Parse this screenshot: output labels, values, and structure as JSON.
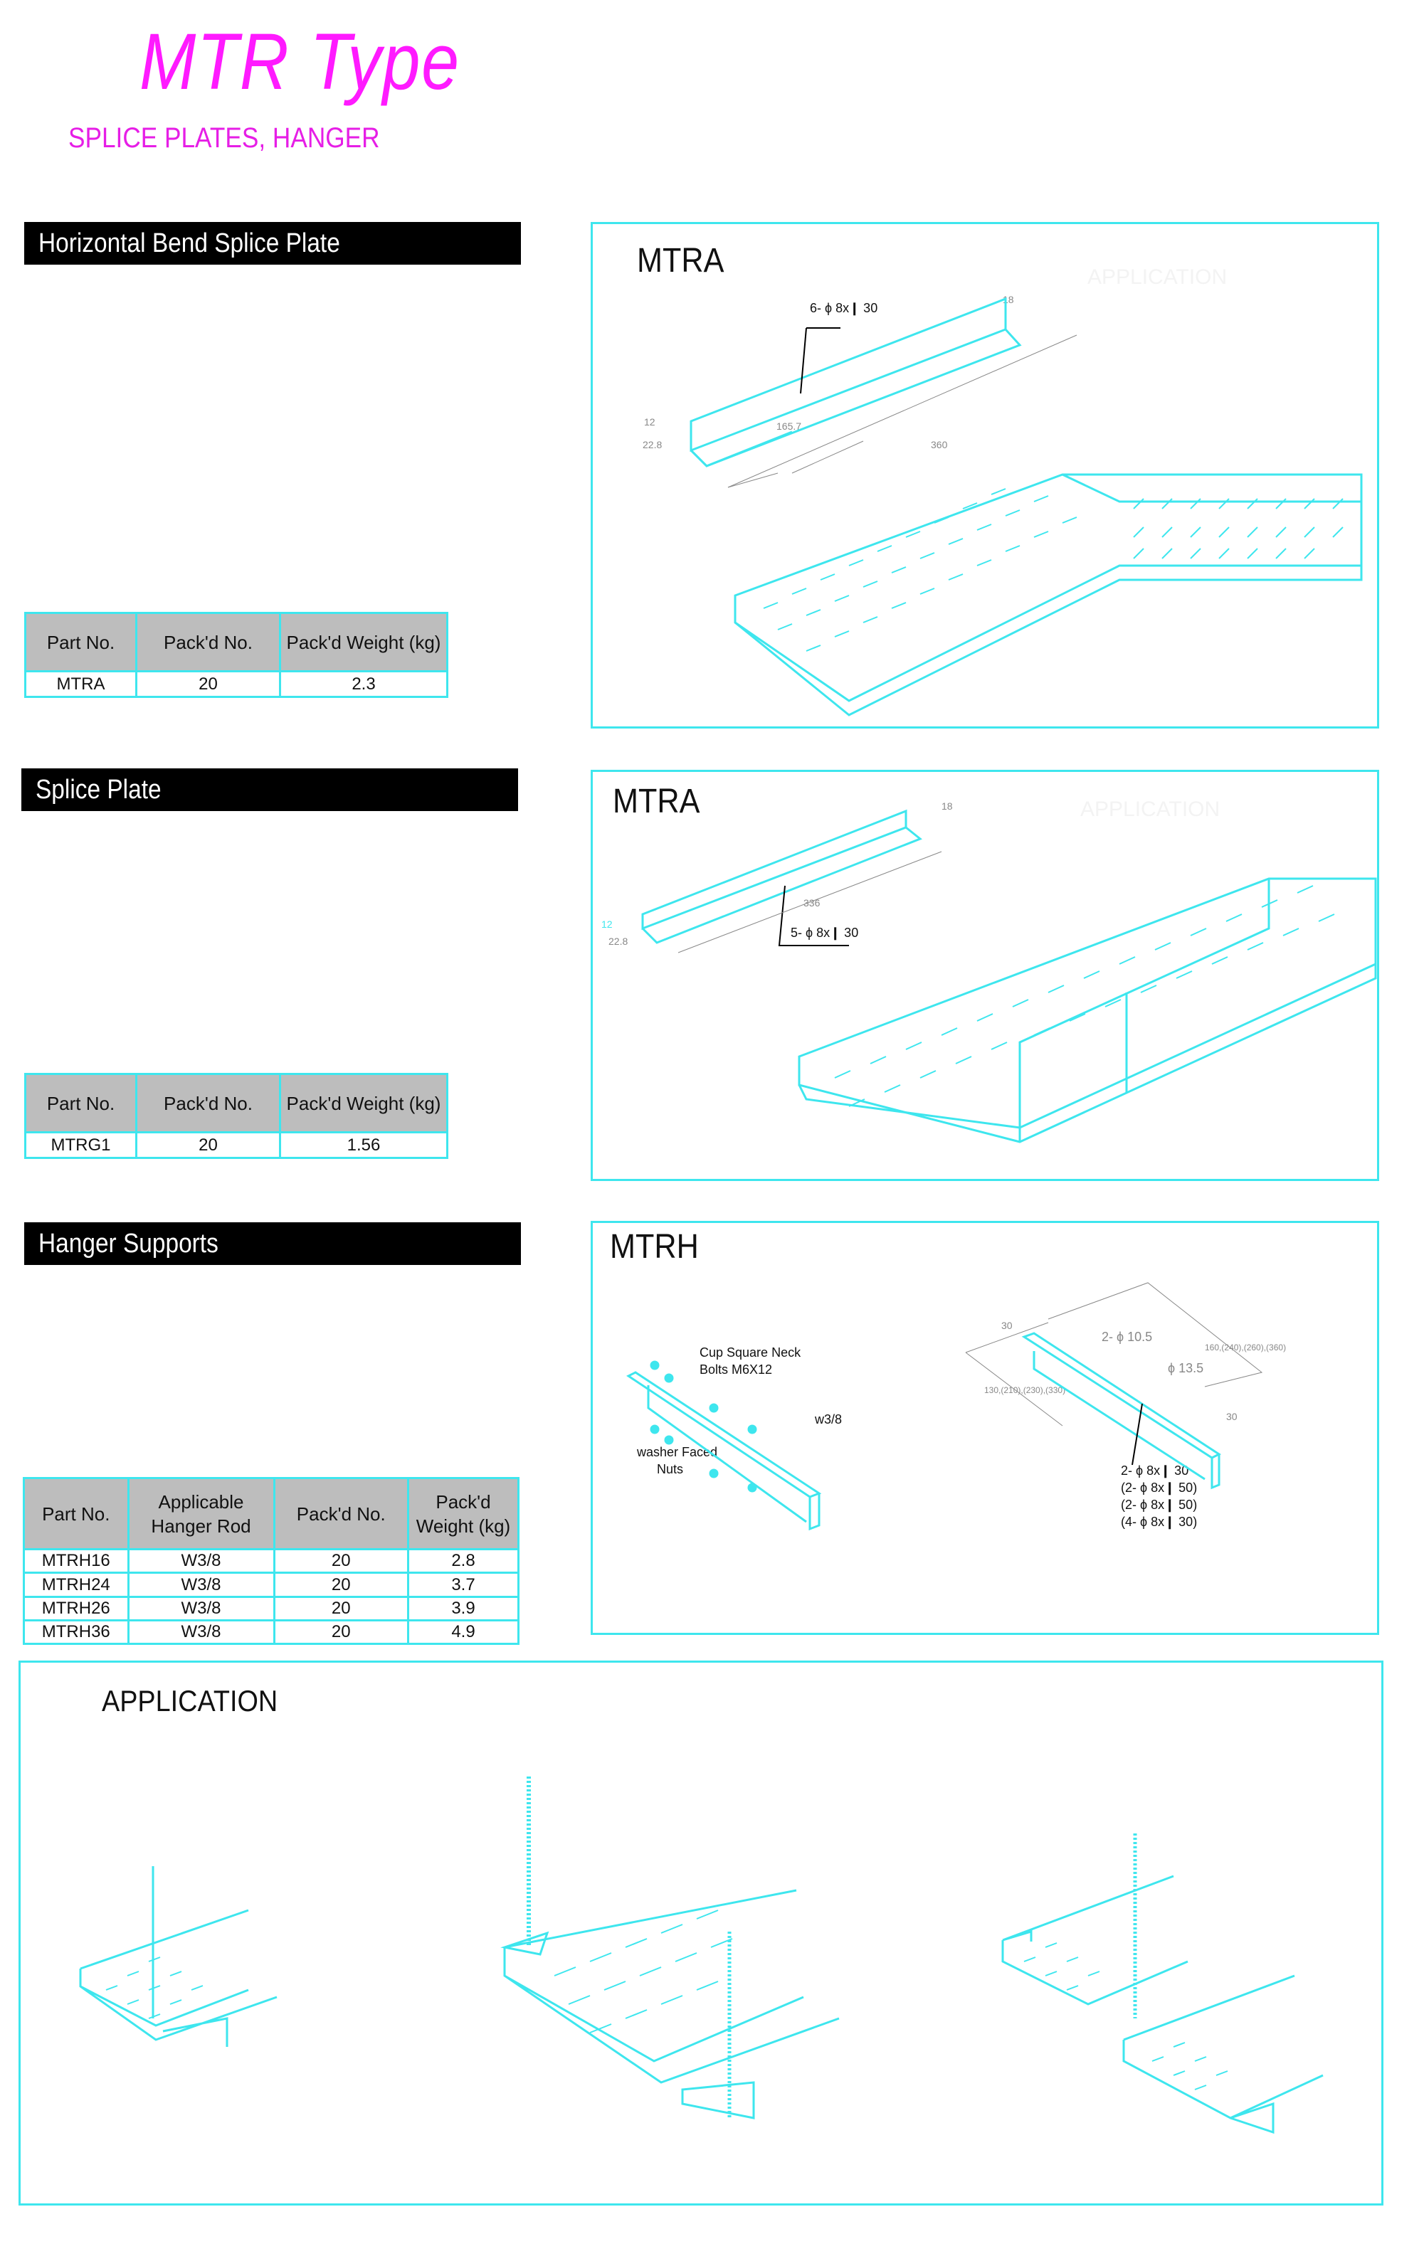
{
  "header": {
    "title": "MTR Type",
    "subtitle": "SPLICE PLATES, HANGER"
  },
  "colors": {
    "accent": "#ff1aff",
    "line": "#3ee6ee",
    "bar": "#000000",
    "table_header": "#bdbdbd"
  },
  "sections": [
    {
      "heading": "Horizontal Bend Splice Plate",
      "table": {
        "headers": [
          "Part No.",
          "Pack'd No.",
          "Pack'd Weight (kg)"
        ],
        "rows": [
          [
            "MTRA",
            "20",
            "2.3"
          ]
        ]
      },
      "diagram": {
        "title": "MTRA",
        "ghost": "APPLICATION",
        "callout": "6- ϕ 8x❙ 30",
        "dims": [
          "18",
          "12",
          "22.8",
          "165.7",
          "360"
        ]
      }
    },
    {
      "heading": "Splice Plate",
      "table": {
        "headers": [
          "Part No.",
          "Pack'd No.",
          "Pack'd Weight (kg)"
        ],
        "rows": [
          [
            "MTRG1",
            "20",
            "1.56"
          ]
        ]
      },
      "diagram": {
        "title": "MTRA",
        "ghost": "APPLICATION",
        "callout": "5- ϕ 8x❙ 30",
        "dims": [
          "18",
          "12",
          "22.8",
          "336"
        ]
      }
    },
    {
      "heading": "Hanger Supports",
      "table": {
        "headers": [
          "Part No.",
          "Applicable Hanger Rod",
          "Pack'd No.",
          "Pack'd Weight (kg)"
        ],
        "rows": [
          [
            "MTRH16",
            "W3/8",
            "20",
            "2.8"
          ],
          [
            "MTRH24",
            "W3/8",
            "20",
            "3.7"
          ],
          [
            "MTRH26",
            "W3/8",
            "20",
            "3.9"
          ],
          [
            "MTRH36",
            "W3/8",
            "20",
            "4.9"
          ]
        ]
      },
      "diagram": {
        "title": "MTRH",
        "bolts_label_1": "Cup Square Neck",
        "bolts_label_2": "Bolts M6X12",
        "rod_label": "w3/8",
        "nuts_label_1": "washer Faced",
        "nuts_label_2": "Nuts",
        "hole1": "2- ϕ 10.5",
        "hole2": "ϕ 13.5",
        "dims": [
          "30",
          "160,(240),(260),(360)",
          "130,(210),(230),(330)",
          "30"
        ],
        "slots": [
          "2- ϕ 8x❙ 30",
          "(2- ϕ 8x❙ 50)",
          "(2- ϕ 8x❙ 50)",
          "(4- ϕ 8x❙ 30)"
        ]
      }
    }
  ],
  "application": {
    "title": "APPLICATION"
  }
}
